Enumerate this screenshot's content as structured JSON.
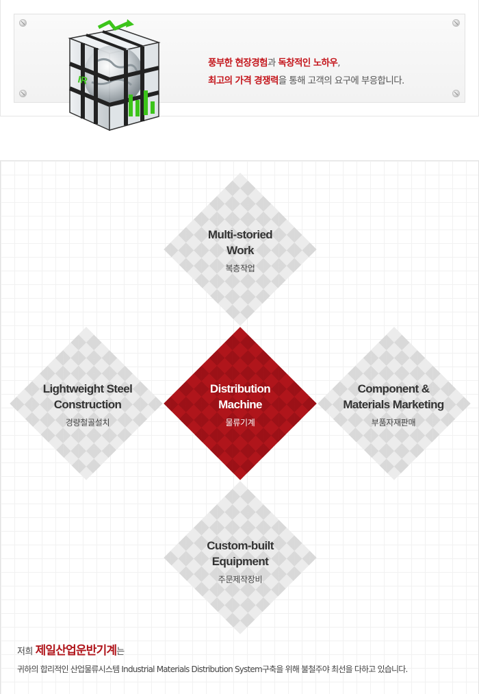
{
  "banner": {
    "line1": [
      {
        "text": "풍부한 현장경험",
        "highlight": true
      },
      {
        "text": "과 ",
        "highlight": false
      },
      {
        "text": "독창적인 노하우",
        "highlight": true
      },
      {
        "text": ",",
        "highlight": false
      }
    ],
    "line2": [
      {
        "text": "최고의 가격 경쟁력",
        "highlight": true
      },
      {
        "text": "을 통해 고객의 요구에 부응합니다.",
        "highlight": false
      }
    ],
    "logo_text": "IR",
    "colors": {
      "highlight": "#c4161c",
      "logo_green": "#3cc41a"
    }
  },
  "diagram": {
    "accent_color": "#b0151b",
    "items": {
      "top": {
        "en_line1": "Multi-storied",
        "en_line2": "Work",
        "ko": "복층작업"
      },
      "left": {
        "en_line1": "Lightweight Steel",
        "en_line2": "Construction",
        "ko": "경량철골설치"
      },
      "center": {
        "en_line1": "Distribution",
        "en_line2": "Machine",
        "ko": "물류기계"
      },
      "right": {
        "en_line1": "Component &",
        "en_line2": "Materials Marketing",
        "ko": "부품자재판매"
      },
      "bottom": {
        "en_line1": "Custom-built",
        "en_line2": "Equipment",
        "ko": "주문제작장비"
      }
    }
  },
  "footer": {
    "prefix": "저희 ",
    "company": "제일산업운반기계",
    "suffix": "는",
    "sentence": "귀하의 합리적인 산업물류시스템 Industrial Materials Distribution System구축을 위해 불철주야 최선을 다하고 있습니다."
  }
}
